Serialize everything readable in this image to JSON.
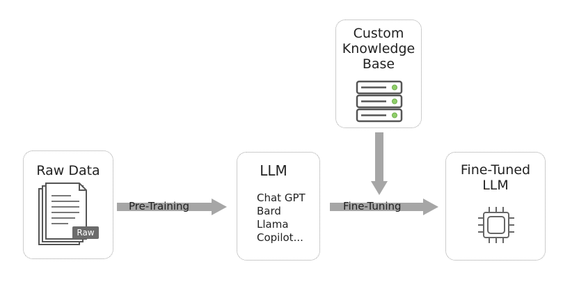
{
  "raw_data": {
    "title": "Raw Data",
    "badge": "Raw",
    "icon": "document-stack-icon"
  },
  "llm": {
    "title": "LLM",
    "models": [
      "Chat GPT",
      "Bard",
      "Llama",
      "Copilot..."
    ]
  },
  "knowledge_base": {
    "title_lines": [
      "Custom",
      "Knowledge",
      "Base"
    ],
    "icon": "database-server-icon"
  },
  "fine_tuned": {
    "title_lines": [
      "Fine-Tuned",
      "LLM"
    ],
    "icon": "chip-icon"
  },
  "arrows": {
    "pretraining_label": "Pre-Training",
    "finetuning_label": "Fine-Tuning"
  },
  "colors": {
    "arrow": "#a6a6a6",
    "border": "#9a9a9a",
    "led": "#8fcf6a",
    "icon": "#555555"
  }
}
